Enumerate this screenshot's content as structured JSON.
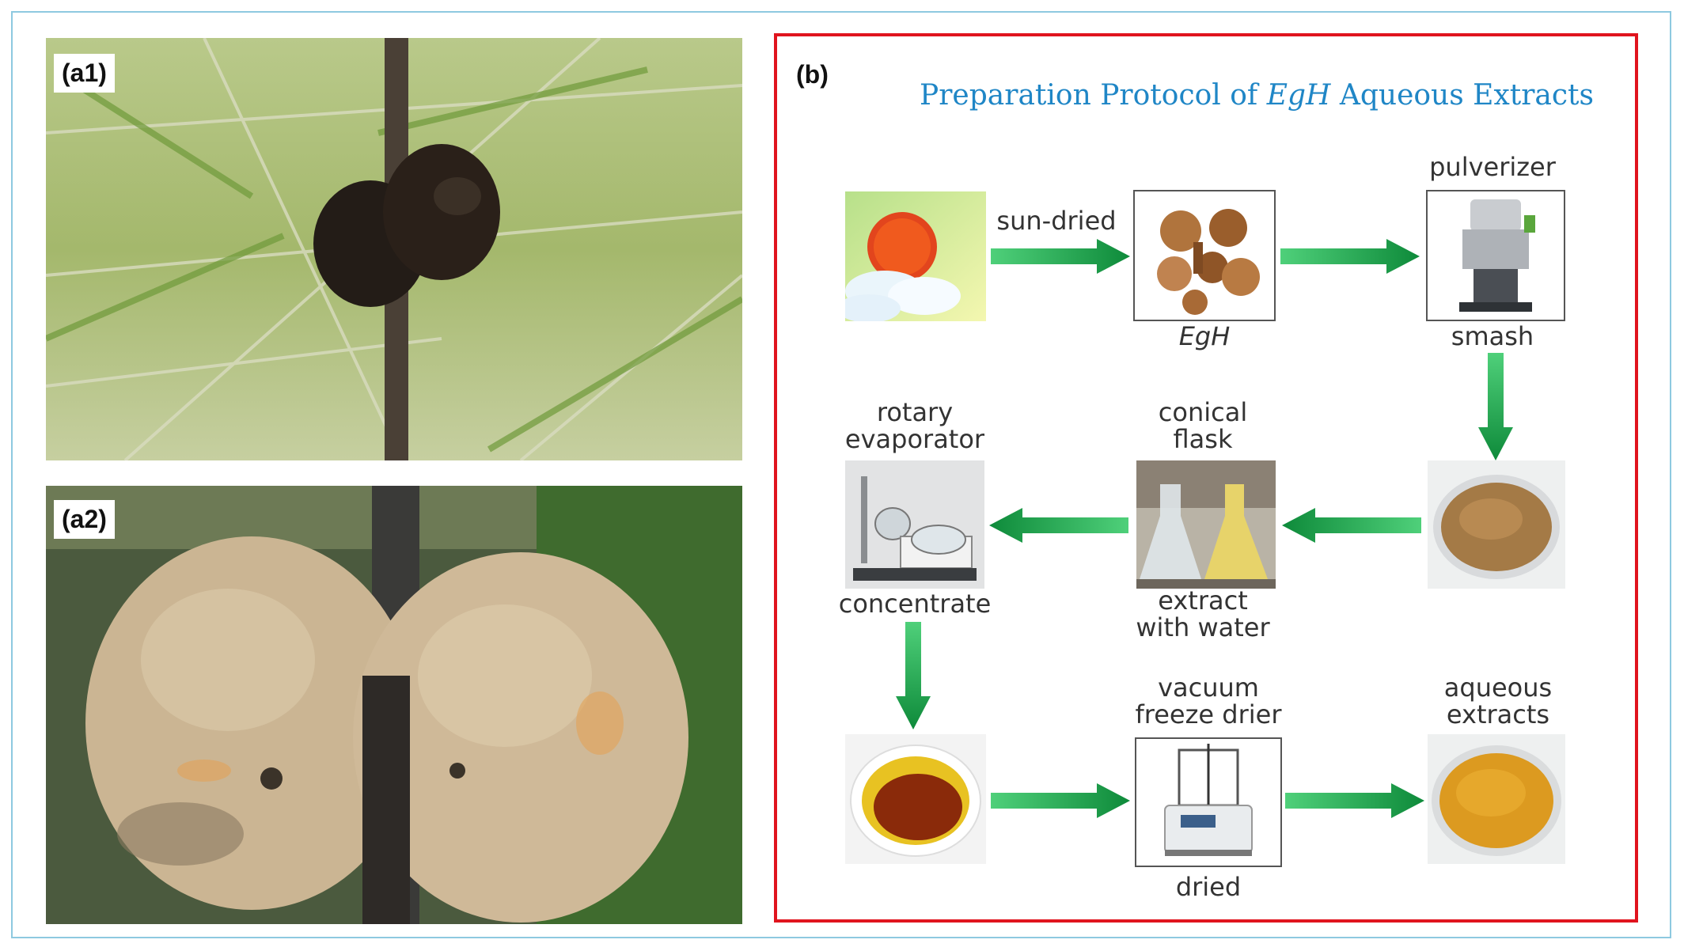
{
  "panels": {
    "a1_label": "(a1)",
    "a2_label": "(a2)",
    "b_label": "(b)"
  },
  "protocol": {
    "title_pre": "Preparation Protocol of ",
    "title_em": "EgH",
    "title_post": " Aqueous Extracts"
  },
  "steps": {
    "sun_dried": "sun-dried",
    "egh": "EgH",
    "pulverizer": "pulverizer",
    "smash": "smash",
    "conical_1": "conical",
    "conical_2": "flask",
    "extract_1": "extract",
    "extract_2": "with water",
    "rotary_1": "rotary",
    "rotary_2": "evaporator",
    "concentrate": "concentrate",
    "vacuum_1": "vacuum",
    "vacuum_2": "freeze drier",
    "dried": "dried",
    "aqueous_1": "aqueous",
    "aqueous_2": "extracts"
  },
  "colors": {
    "frame": "#8ec9e0",
    "panel_border": "#e0141e",
    "title": "#1f86c6",
    "arrow_green": "#1fa64a"
  }
}
